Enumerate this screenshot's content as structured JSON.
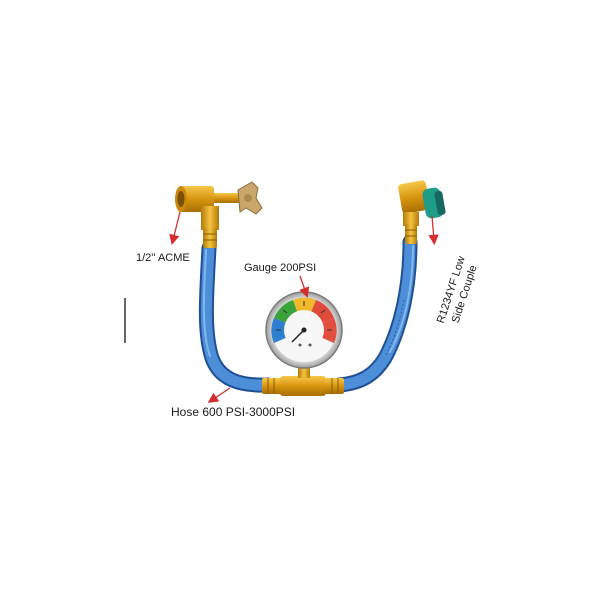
{
  "image": {
    "background": "#ffffff",
    "accent_colors": {
      "hose_blue": "#3f7fd0",
      "brass": "#e0a21a",
      "coupler_teal": "#1f9b8a",
      "arrow_red": "#d62e2e"
    }
  },
  "labels": {
    "acme": "1/2'' ACME",
    "gauge": "Gauge 200PSI",
    "r1234_line1": "R1234YF Low",
    "r1234_line2": "Side Couple",
    "hose": "Hose 600 PSI-3000PSI"
  }
}
